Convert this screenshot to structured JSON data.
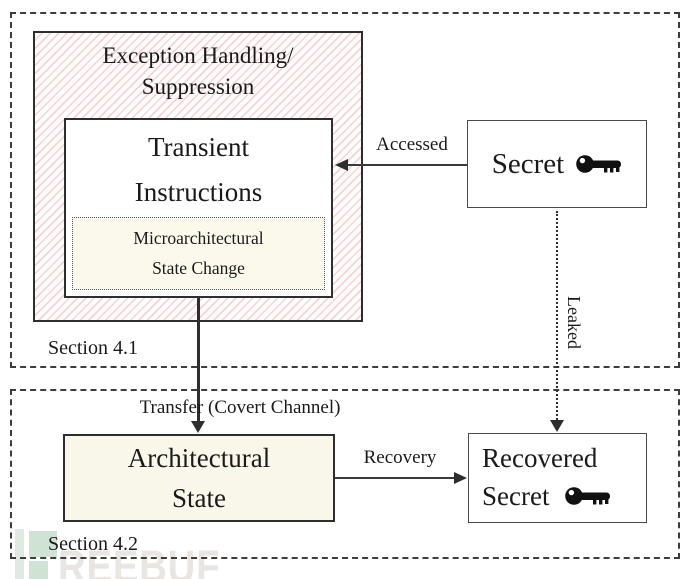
{
  "figure": {
    "sections": {
      "top_label": "Section 4.1",
      "bottom_label": "Section 4.2"
    },
    "exception_box": {
      "title_line1": "Exception Handling/",
      "title_line2": "Suppression"
    },
    "transient_box": {
      "line1": "Transient",
      "line2": "Instructions"
    },
    "microarch_box": {
      "line1": "Microarchitectural",
      "line2": "State Change"
    },
    "secret_box": {
      "label": "Secret",
      "icon": "key-icon"
    },
    "architectural_box": {
      "line1": "Architectural",
      "line2": "State"
    },
    "recovered_box": {
      "line1": "Recovered",
      "line2": "Secret",
      "icon": "key-icon"
    },
    "edges": {
      "accessed_label": "Accessed",
      "leaked_label": "Leaked",
      "transfer_label": "Transfer (Covert Channel)",
      "recovery_label": "Recovery"
    },
    "watermark": {
      "text": "REEBUF",
      "logo_color": "#cfe3d4",
      "text_color": "#e8e5e2"
    },
    "colors": {
      "hatch_pink": "#f4d4d4",
      "box_cream": "#f8f7ea",
      "border_dark": "#2e2e2e",
      "text": "#1a1a1a"
    }
  }
}
